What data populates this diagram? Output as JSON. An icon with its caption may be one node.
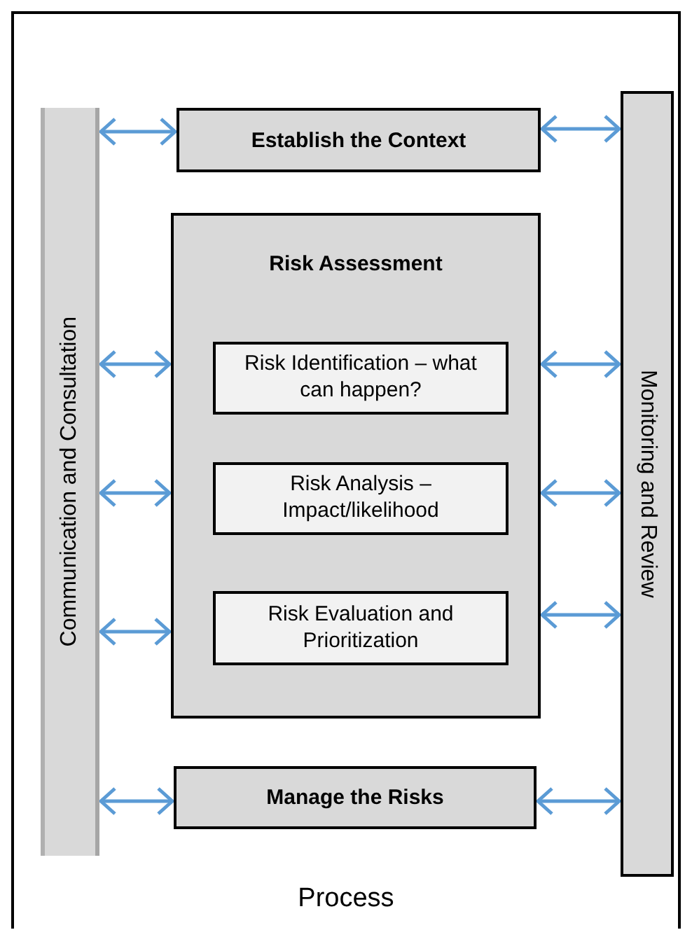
{
  "diagram": {
    "nodes": [
      {
        "text": [
          "Process"
        ]
      },
      {
        "text": [
          "Communication and Consultation"
        ],
        "in": 0
      },
      {
        "text": [
          "Establish the Context"
        ],
        "in": 0
      },
      {
        "text": [
          "Risk Assessment"
        ],
        "in": 0
      },
      {
        "text": [
          "Risk Identification – what can happen?"
        ],
        "in": 3
      },
      {
        "text": [
          "Risk Analysis – Impact/likelihood"
        ],
        "in": 3
      },
      {
        "text": [
          "Risk Evaluation and Prioritization"
        ],
        "in": 3
      },
      {
        "text": [
          "Manage the Risks"
        ],
        "in": 0
      },
      {
        "text": [
          "Monitoring and Review"
        ],
        "in": 0
      }
    ],
    "edges": [
      {
        "from": 1,
        "to": 2,
        "arrow": "both"
      },
      {
        "from": 1,
        "to": 3,
        "arrow": "both"
      },
      {
        "from": 1,
        "to": 3,
        "arrow": "both"
      },
      {
        "from": 1,
        "to": 3,
        "arrow": "both"
      },
      {
        "from": 1,
        "to": 7,
        "arrow": "both"
      },
      {
        "from": 2,
        "to": 8,
        "arrow": "both"
      },
      {
        "from": 3,
        "to": 8,
        "arrow": "both"
      },
      {
        "from": 3,
        "to": 8,
        "arrow": "both"
      },
      {
        "from": 3,
        "to": 8,
        "arrow": "both"
      },
      {
        "from": 7,
        "to": 8,
        "arrow": "both"
      }
    ]
  }
}
